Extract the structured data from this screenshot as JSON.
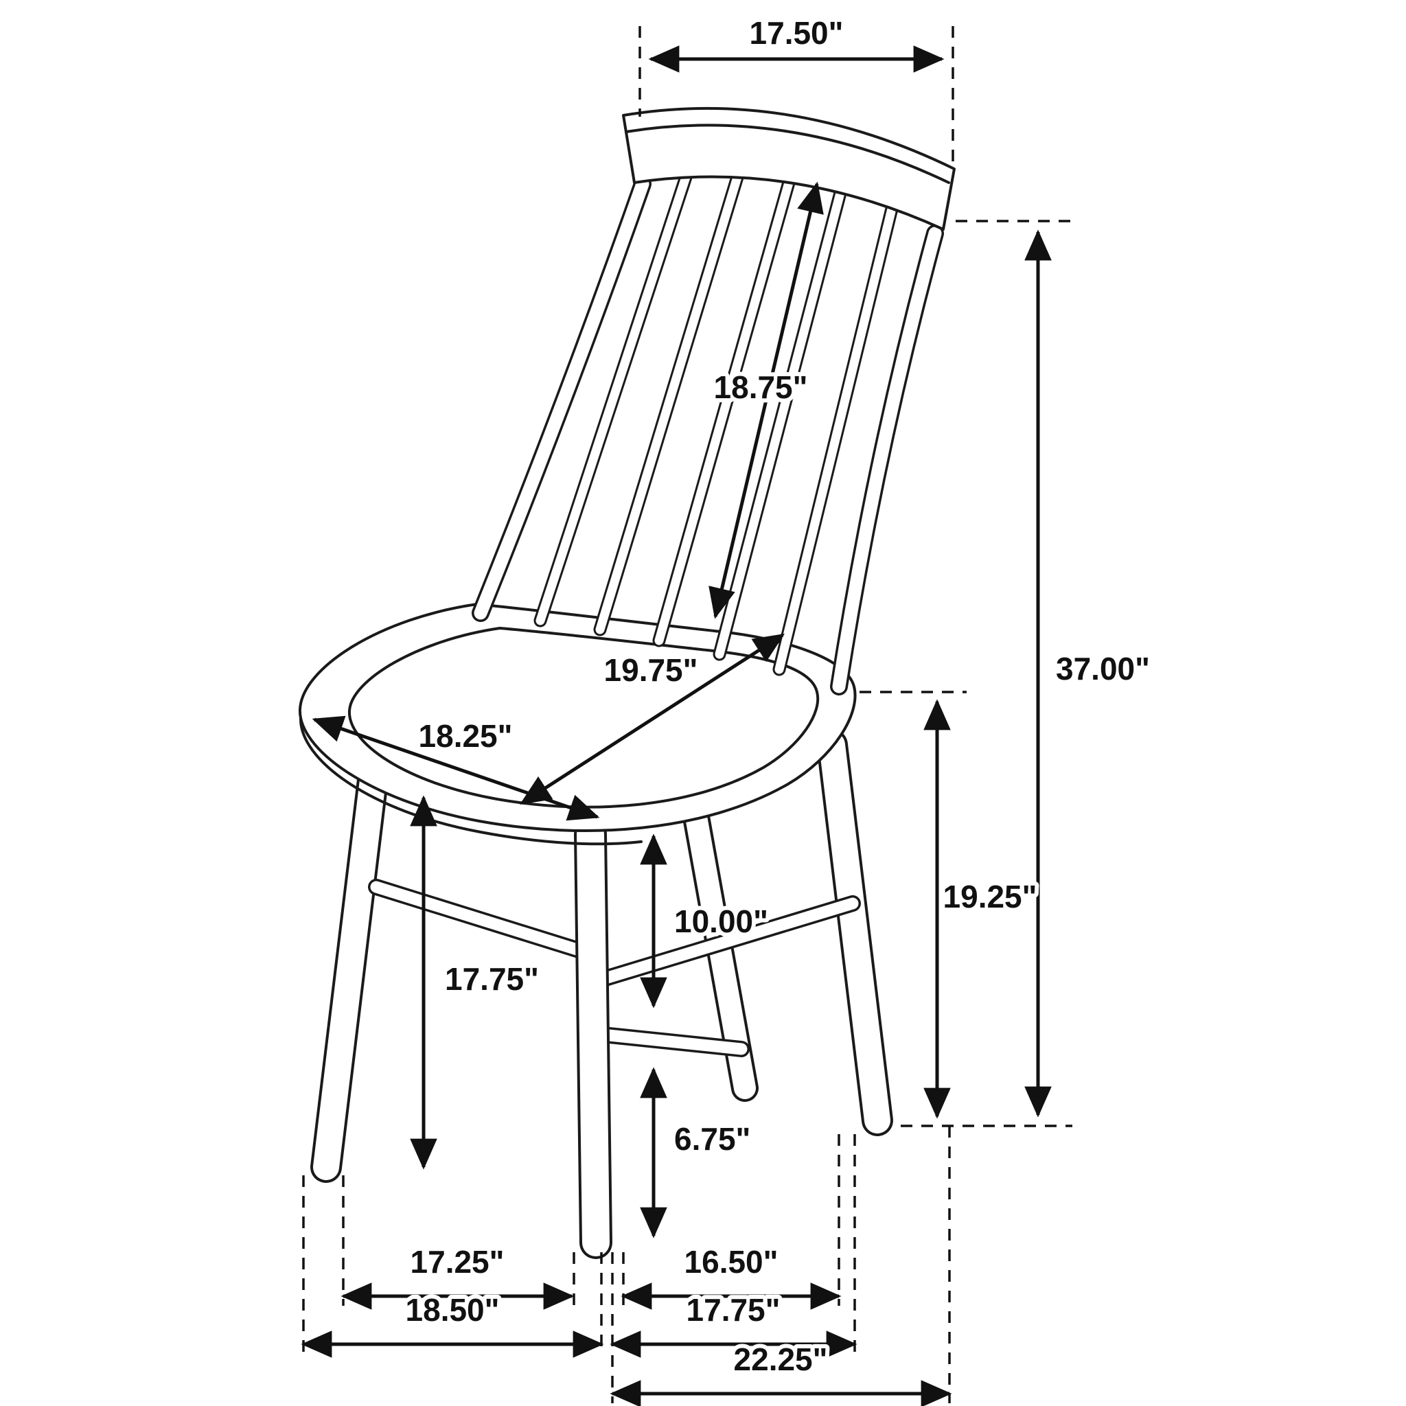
{
  "diagram": {
    "type": "dimension-drawing",
    "subject": "spindle-back dining side chair",
    "unit": "inches",
    "colors": {
      "line": "#1a1a1a",
      "dimension": "#111111",
      "background": "#ffffff"
    },
    "labels": {
      "top_width": "17.50\"",
      "back_length": "18.75\"",
      "overall_height": "37.00\"",
      "seat_depth": "19.75\"",
      "seat_width": "18.25\"",
      "seat_height": "19.25\"",
      "seat_to_stretcher": "10.00\"",
      "leg_height": "17.75\"",
      "stretcher_to_floor": "6.75\"",
      "front_width_inner": "17.25\"",
      "side_depth_inner": "16.50\"",
      "front_width_outer": "18.50\"",
      "side_depth_outer": "17.75\"",
      "overall_depth": "22.25\""
    }
  }
}
